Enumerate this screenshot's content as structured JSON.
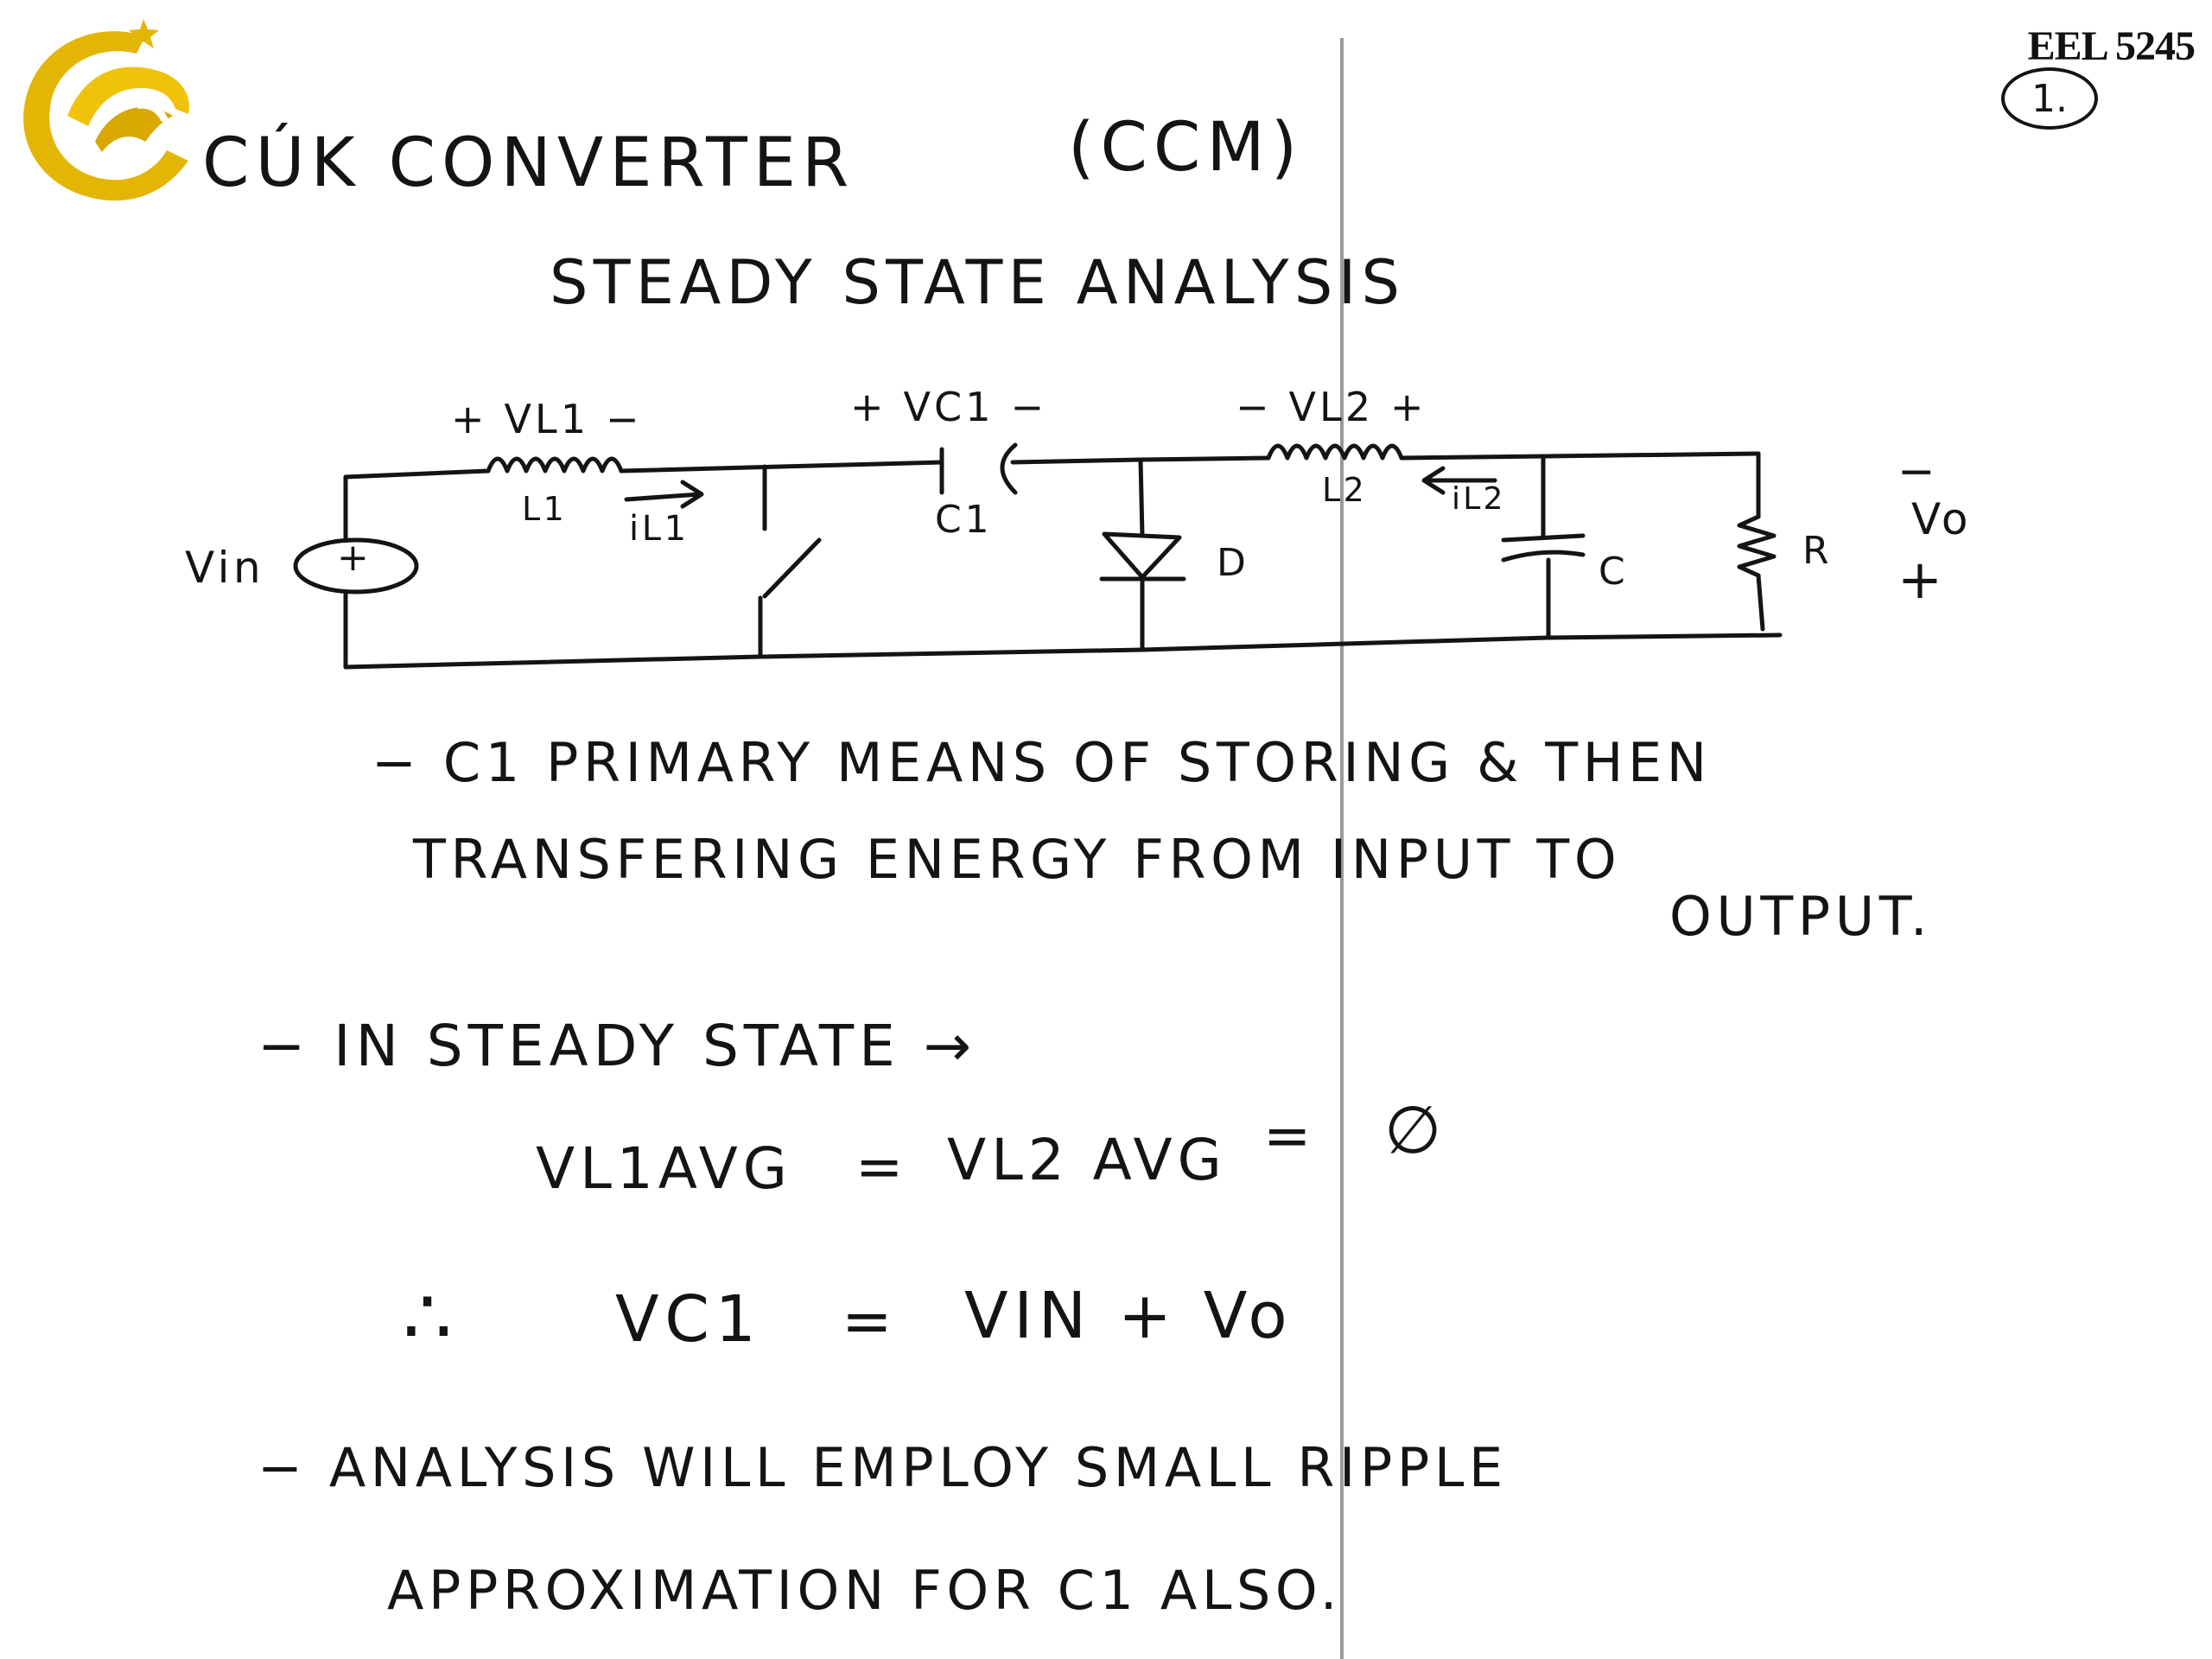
{
  "header": {
    "course_code": "EEL 5245",
    "page_number": "1."
  },
  "title": "CÚK CONVERTER",
  "mode": "(CCM)",
  "subtitle": "STEADY STATE ANALYSIS",
  "circuit": {
    "source_label": "Vin",
    "source_symbol": "+",
    "l1_voltage": "+ VL1 −",
    "l1_label": "L1",
    "l1_current": "iL1",
    "c1_voltage": "+ VC1 −",
    "c1_label": "C1",
    "diode_label": "D",
    "l2_voltage": "− VL2 +",
    "l2_label": "L2",
    "l2_current": "iL2",
    "c_label": "C",
    "r_label": "R",
    "vo_minus": "−",
    "vo_label": "Vo",
    "vo_plus": "+"
  },
  "notes": {
    "note1_line1": "− C1  PRIMARY  MEANS  OF  STORING  &  THEN",
    "note1_line2": "TRANSFERING  ENERGY  FROM  INPUT  TO",
    "note1_line3": "OUTPUT.",
    "note2_line1": "−  IN  STEADY STATE  →",
    "eq1_lhs": "VL1AVG",
    "eq1_eq1": "=",
    "eq1_mid": "VL2 AVG",
    "eq1_eq2": "=",
    "eq1_rhs": "∅",
    "eq2_therefore": "∴",
    "eq2_lhs": "VC1",
    "eq2_eq": "=",
    "eq2_rhs": "VIN + Vo",
    "note3_line1": "−  ANALYSIS  WILL  EMPLOY  SMALL RIPPLE",
    "note3_line2": "APPROXIMATION  FOR  C1  ALSO."
  }
}
